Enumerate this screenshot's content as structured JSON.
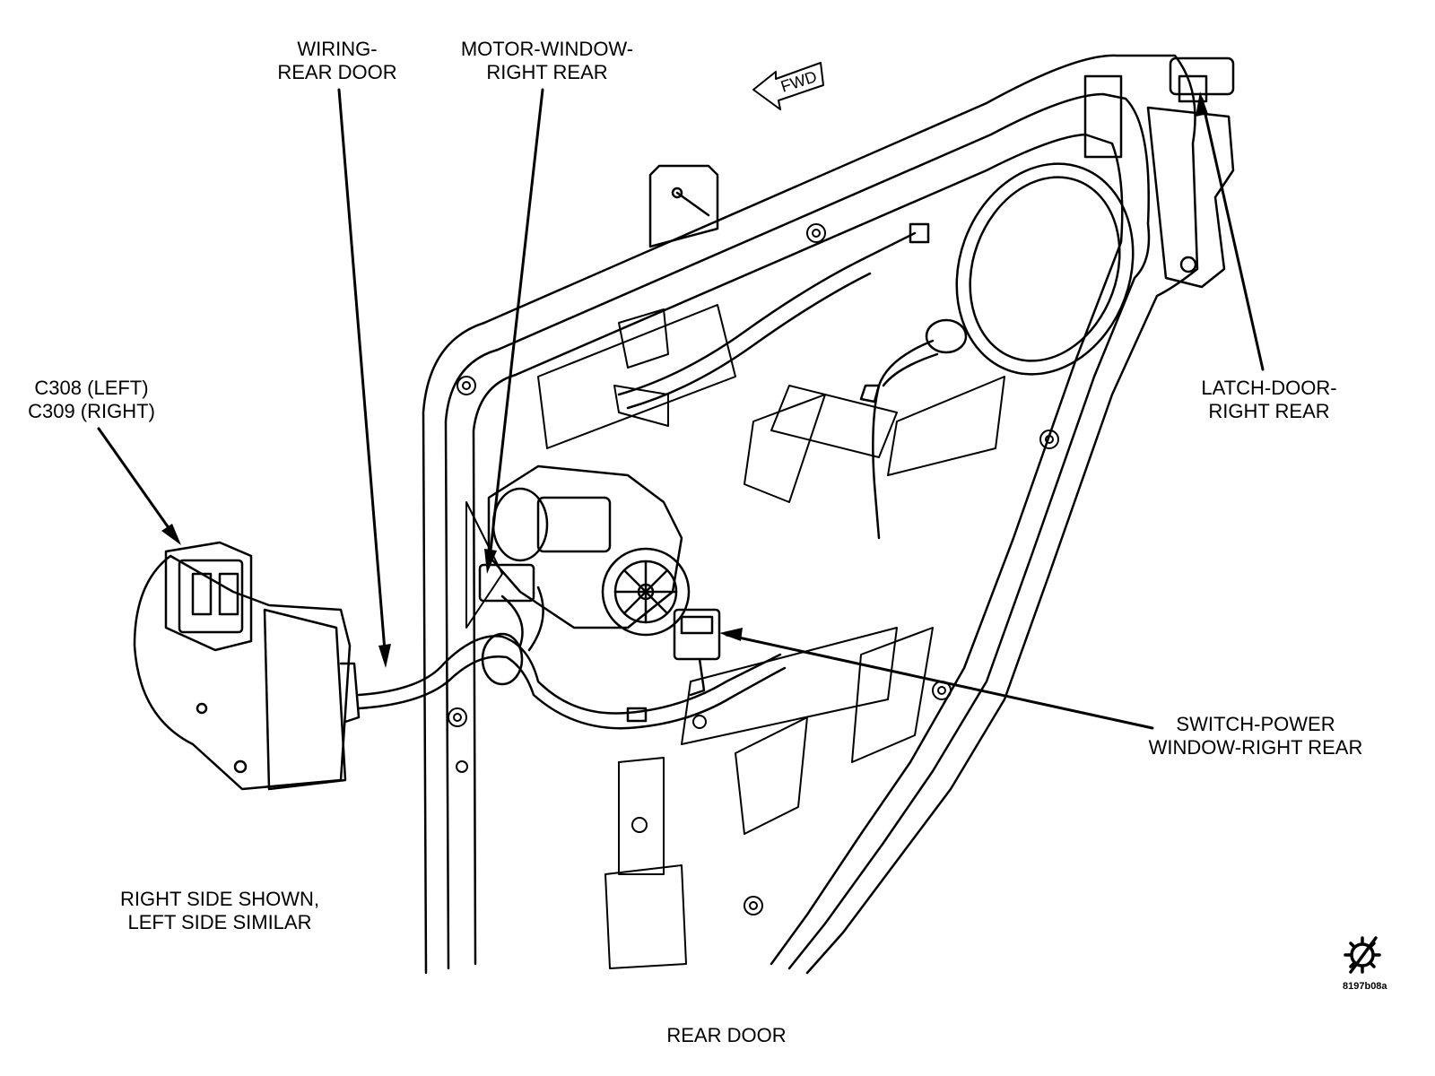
{
  "diagram": {
    "callouts": {
      "wiring": [
        "WIRING-",
        "REAR DOOR"
      ],
      "motor": [
        "MOTOR-WINDOW-",
        "RIGHT REAR"
      ],
      "connector": [
        "C308 (LEFT)",
        "C309 (RIGHT)"
      ],
      "latch": [
        "LATCH-DOOR-",
        "RIGHT REAR"
      ],
      "switch": [
        "SWITCH-POWER",
        "WINDOW-RIGHT REAR"
      ]
    },
    "fwd_label": "FWD",
    "note": [
      "RIGHT SIDE SHOWN,",
      "LEFT SIDE SIMILAR"
    ],
    "caption": "REAR DOOR",
    "figure_id": "8197b08a",
    "icon": "gear-slash-icon"
  }
}
